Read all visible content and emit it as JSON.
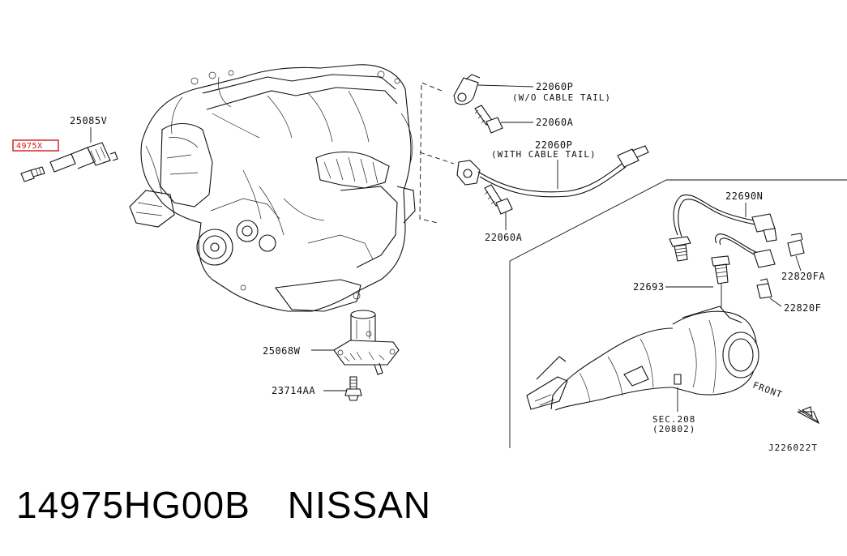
{
  "callouts": {
    "sensor_highlight": "4975X",
    "p25085v": "25085V",
    "p22060p_a": "22060P",
    "p22060p_a_note": "(W/O CABLE TAIL)",
    "p22060a_a": "22060A",
    "p22060p_b": "22060P",
    "p22060p_b_note": "(WITH CABLE TAIL)",
    "p22060a_b": "22060A",
    "p22690n": "22690N",
    "p22820fa": "22820FA",
    "p22693": "22693",
    "p22820f": "22820F",
    "p25068w": "25068W",
    "p23714aa": "23714AA",
    "sec_ref": "SEC.208",
    "sec_ref_sub": "(20802)",
    "front_arrow": "FRONT",
    "drawing_id": "J226022T"
  },
  "caption": {
    "part_number": "14975HG00B",
    "brand": "NISSAN"
  },
  "colors": {
    "highlight": "#d01818",
    "ink": "#111111"
  }
}
